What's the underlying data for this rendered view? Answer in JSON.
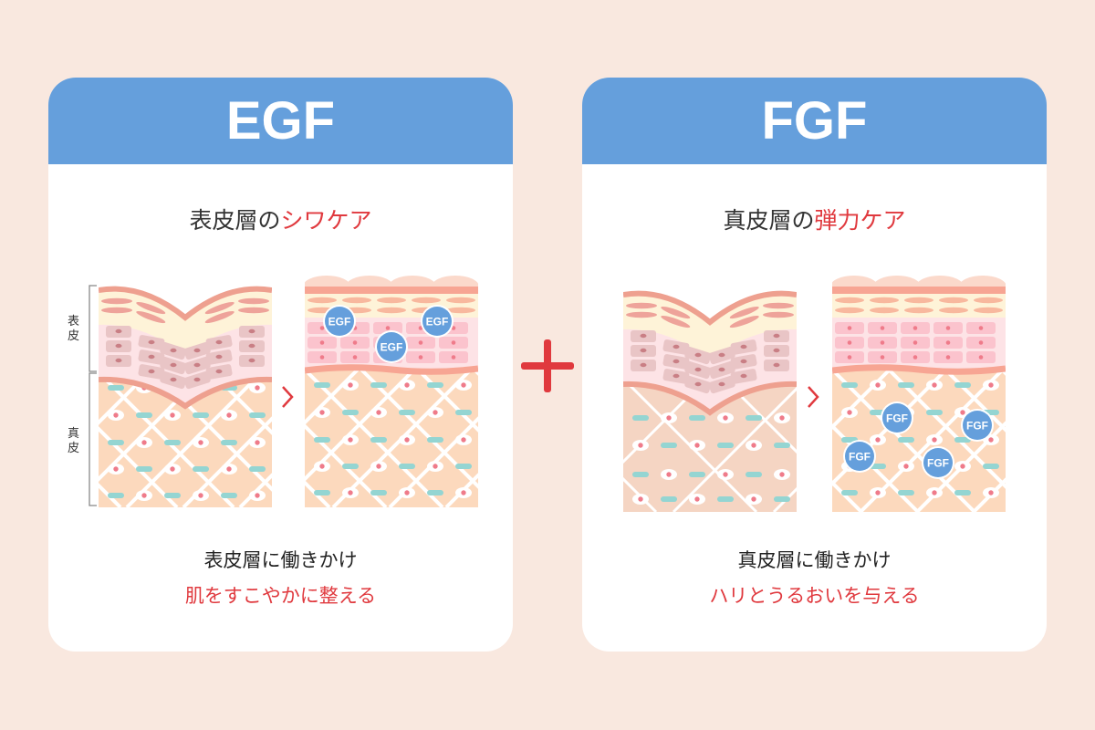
{
  "colors": {
    "background": "#f9e8df",
    "header": "#659fdc",
    "accent_red": "#e0393e",
    "badge": "#659fdc"
  },
  "egf": {
    "title": "EGF",
    "heading_plain": "表皮層の",
    "heading_red": "シワケア",
    "label_epidermis": "表皮",
    "label_dermis": "真皮",
    "badge": "EGF",
    "caption_line1": "表皮層に働きかけ",
    "caption_line2": "肌をすこやかに整える"
  },
  "fgf": {
    "title": "FGF",
    "heading_plain": "真皮層の",
    "heading_red": "弾力ケア",
    "badge": "FGF",
    "caption_line1": "真皮層に働きかけ",
    "caption_line2": "ハリとうるおいを与える"
  },
  "icons": {
    "combine": "plus-icon",
    "transition": "chevron-right-icon"
  }
}
